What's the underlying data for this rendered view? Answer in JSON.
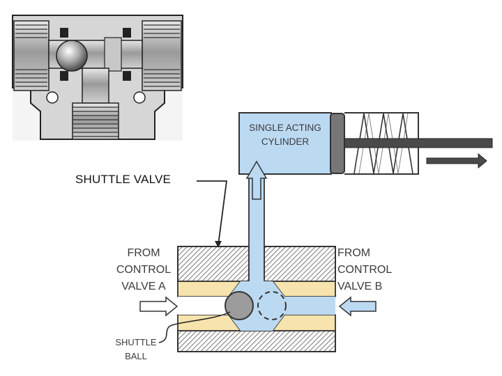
{
  "labels": {
    "shuttle_valve": "SHUTTLE VALVE",
    "cylinder": [
      "SINGLE ACTING",
      "CYLINDER"
    ],
    "control_a": [
      "FROM",
      "CONTROL",
      "VALVE A"
    ],
    "control_b": [
      "FROM",
      "CONTROL",
      "VALVE B"
    ],
    "shuttle_ball": [
      "SHUTTLE",
      "BALL"
    ]
  },
  "colors": {
    "fluid": "#bcd9f2",
    "seat": "#f6e3ad",
    "ball": "#9c9c9c",
    "outline": "#333333",
    "rod": "#444444",
    "hatch": "#555555"
  }
}
